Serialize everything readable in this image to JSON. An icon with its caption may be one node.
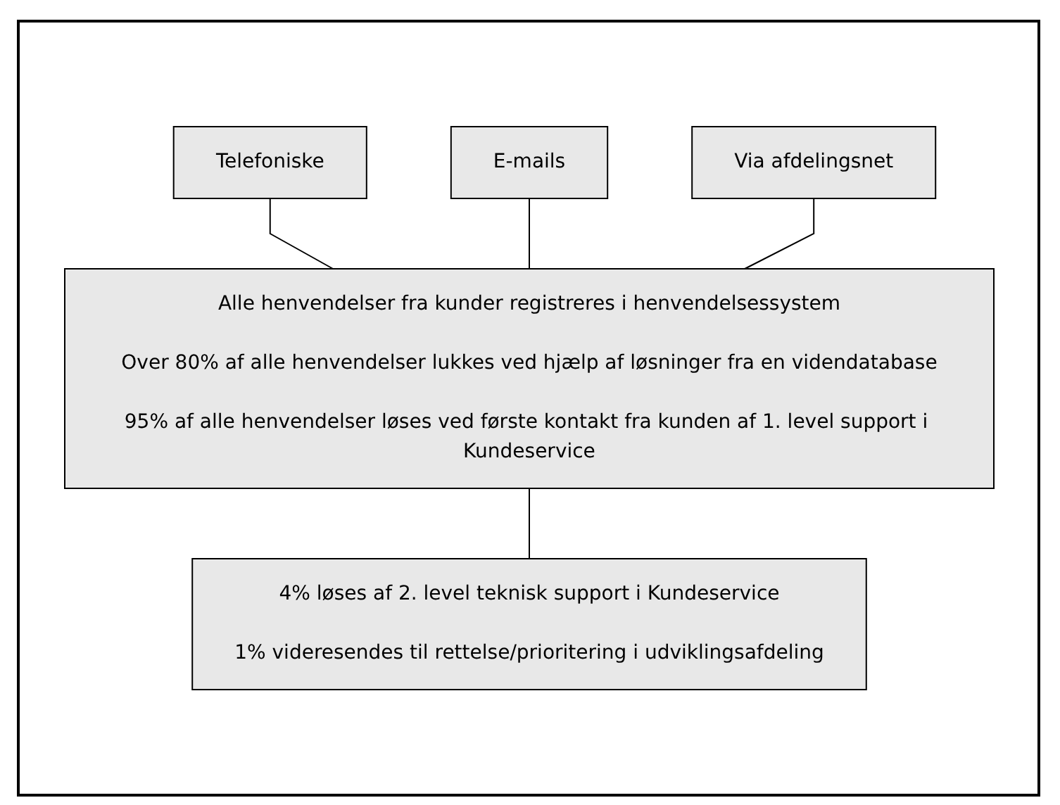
{
  "diagram": {
    "nodes": [
      {
        "text": [
          "Telefoniske"
        ]
      },
      {
        "text": [
          "E-mails"
        ]
      },
      {
        "text": [
          "Via afdelingsnet"
        ]
      },
      {
        "text": [
          "Alle henvendelser fra kunder registreres i henvendelsessystem",
          "Over 80% af alle henvendelser lukkes ved hjælp af løsninger fra en videndatabase",
          "95% af alle henvendelser løses ved første kontakt fra kunden af 1. level support i Kundeservice"
        ]
      },
      {
        "text": [
          "4% løses af 2. level teknisk support i Kundeservice",
          "1% videresendes til rettelse/prioritering i udviklingsafdeling"
        ]
      }
    ],
    "edges": [
      {
        "from": 0,
        "to": 3,
        "arrow": "none"
      },
      {
        "from": 1,
        "to": 3,
        "arrow": "none"
      },
      {
        "from": 2,
        "to": 3,
        "arrow": "none"
      },
      {
        "from": 3,
        "to": 4,
        "arrow": "none"
      }
    ]
  }
}
